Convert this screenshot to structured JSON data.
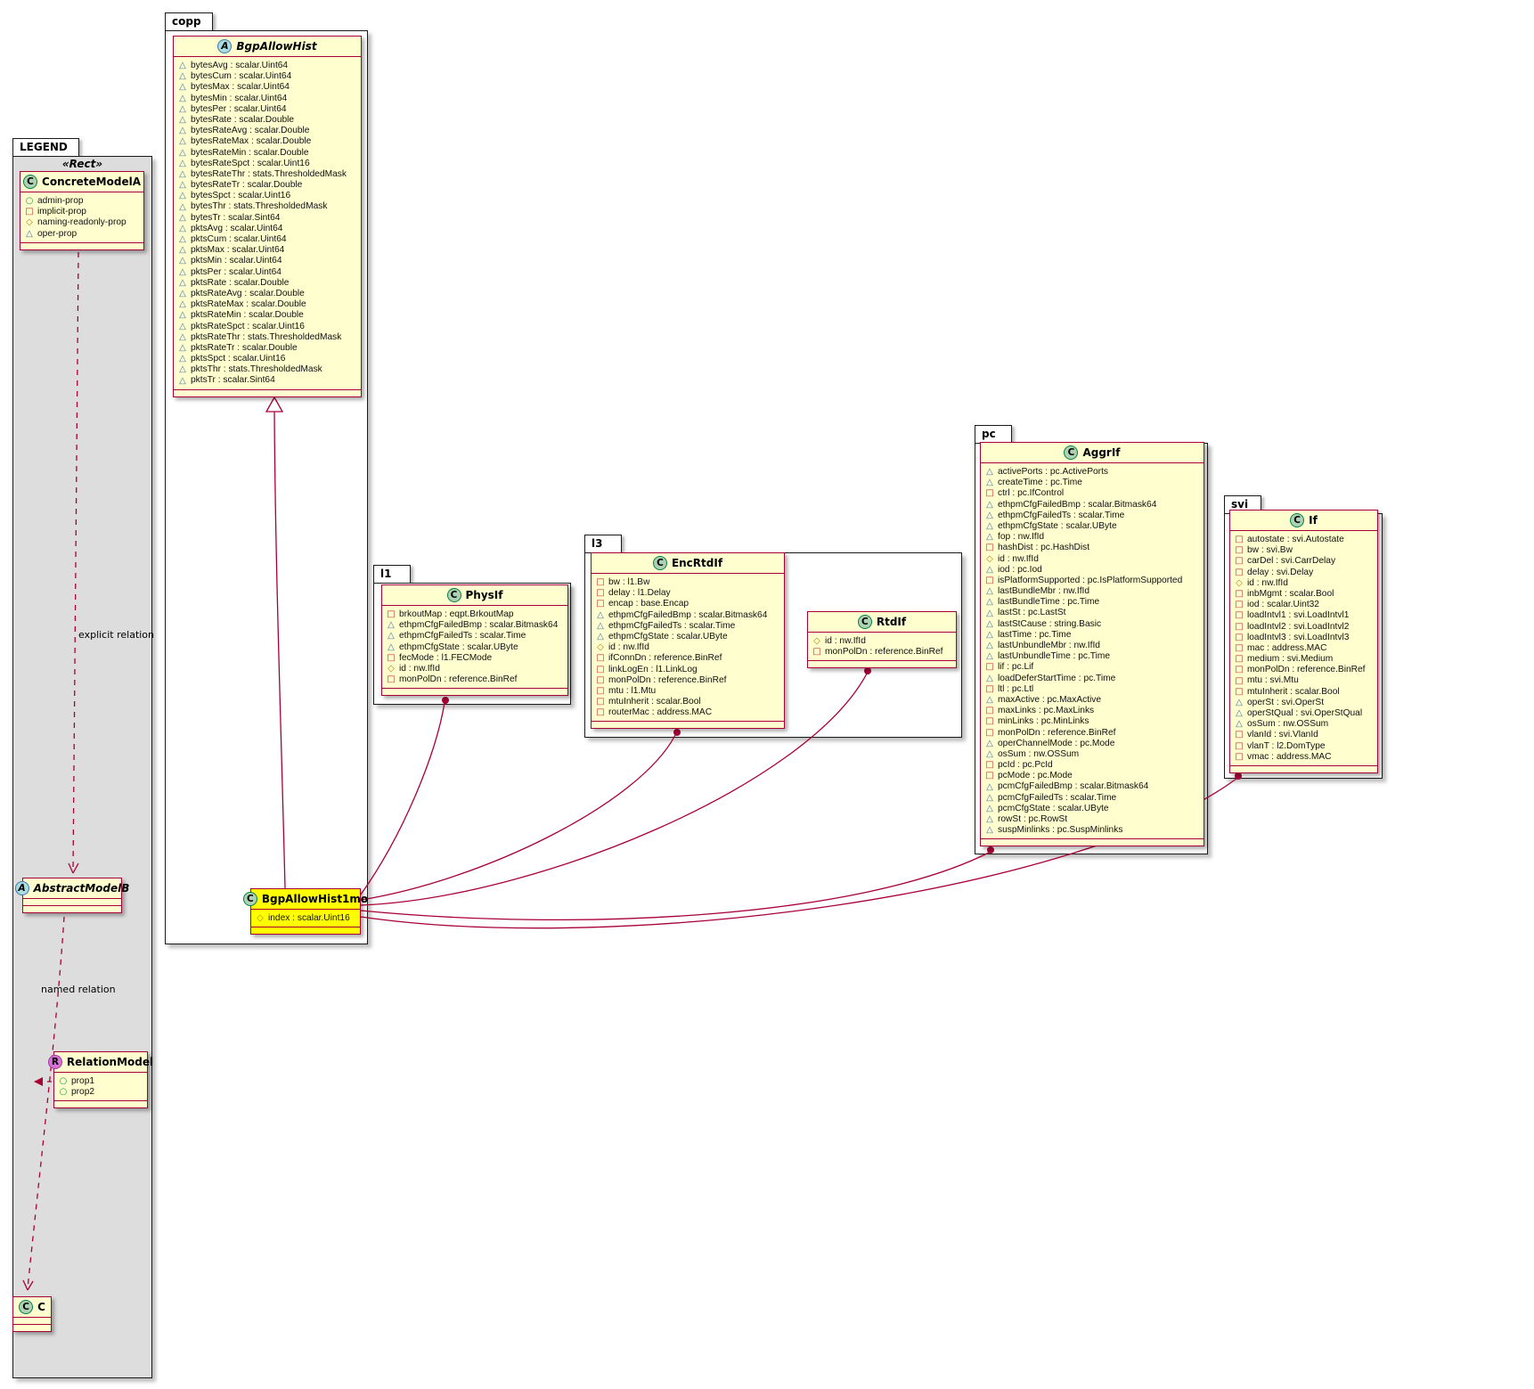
{
  "labels": {
    "explicit_relation": "explicit relation",
    "named_relation": "named relation"
  },
  "colors": {
    "class_background": "#FEFECE",
    "class_border": "#A80036",
    "highlight_background": "#FFFF00",
    "legend_package_background": "#DDDDDD",
    "relation_line": "#A80036"
  },
  "packages": {
    "legend": {
      "label": "LEGEND",
      "stereotype": "«Rect»"
    },
    "copp": {
      "label": "copp"
    },
    "l1": {
      "label": "l1"
    },
    "l3": {
      "label": "l3"
    },
    "pc": {
      "label": "pc"
    },
    "svi": {
      "label": "svi"
    }
  },
  "classes": {
    "ConcreteModelA": {
      "name": "ConcreteModelA",
      "spot": "C",
      "members": [
        [
          "admin",
          "admin-prop"
        ],
        [
          "implicit",
          "implicit-prop"
        ],
        [
          "naming",
          "naming-readonly-prop"
        ],
        [
          "oper",
          "oper-prop"
        ]
      ]
    },
    "AbstractModelB": {
      "name": "AbstractModelB",
      "spot": "A",
      "members": []
    },
    "RelationModel": {
      "name": "RelationModel",
      "spot": "R",
      "members": [
        [
          "admin",
          "prop1"
        ],
        [
          "admin",
          "prop2"
        ]
      ]
    },
    "C": {
      "name": "C",
      "spot": "C",
      "members": []
    },
    "BgpAllowHist": {
      "name": "BgpAllowHist",
      "spot": "A",
      "members": [
        [
          "oper",
          "bytesAvg : scalar.Uint64"
        ],
        [
          "oper",
          "bytesCum : scalar.Uint64"
        ],
        [
          "oper",
          "bytesMax : scalar.Uint64"
        ],
        [
          "oper",
          "bytesMin : scalar.Uint64"
        ],
        [
          "oper",
          "bytesPer : scalar.Uint64"
        ],
        [
          "oper",
          "bytesRate : scalar.Double"
        ],
        [
          "oper",
          "bytesRateAvg : scalar.Double"
        ],
        [
          "oper",
          "bytesRateMax : scalar.Double"
        ],
        [
          "oper",
          "bytesRateMin : scalar.Double"
        ],
        [
          "oper",
          "bytesRateSpct : scalar.Uint16"
        ],
        [
          "oper",
          "bytesRateThr : stats.ThresholdedMask"
        ],
        [
          "oper",
          "bytesRateTr : scalar.Double"
        ],
        [
          "oper",
          "bytesSpct : scalar.Uint16"
        ],
        [
          "oper",
          "bytesThr : stats.ThresholdedMask"
        ],
        [
          "oper",
          "bytesTr : scalar.Sint64"
        ],
        [
          "oper",
          "pktsAvg : scalar.Uint64"
        ],
        [
          "oper",
          "pktsCum : scalar.Uint64"
        ],
        [
          "oper",
          "pktsMax : scalar.Uint64"
        ],
        [
          "oper",
          "pktsMin : scalar.Uint64"
        ],
        [
          "oper",
          "pktsPer : scalar.Uint64"
        ],
        [
          "oper",
          "pktsRate : scalar.Double"
        ],
        [
          "oper",
          "pktsRateAvg : scalar.Double"
        ],
        [
          "oper",
          "pktsRateMax : scalar.Double"
        ],
        [
          "oper",
          "pktsRateMin : scalar.Double"
        ],
        [
          "oper",
          "pktsRateSpct : scalar.Uint16"
        ],
        [
          "oper",
          "pktsRateThr : stats.ThresholdedMask"
        ],
        [
          "oper",
          "pktsRateTr : scalar.Double"
        ],
        [
          "oper",
          "pktsSpct : scalar.Uint16"
        ],
        [
          "oper",
          "pktsThr : stats.ThresholdedMask"
        ],
        [
          "oper",
          "pktsTr : scalar.Sint64"
        ]
      ]
    },
    "BgpAllowHist1mo": {
      "name": "BgpAllowHist1mo",
      "spot": "C",
      "members": [
        [
          "naming",
          "index : scalar.Uint16"
        ]
      ]
    },
    "PhysIf": {
      "name": "PhysIf",
      "spot": "C",
      "members": [
        [
          "implicit",
          "brkoutMap : eqpt.BrkoutMap"
        ],
        [
          "oper",
          "ethpmCfgFailedBmp : scalar.Bitmask64"
        ],
        [
          "oper",
          "ethpmCfgFailedTs : scalar.Time"
        ],
        [
          "oper",
          "ethpmCfgState : scalar.UByte"
        ],
        [
          "implicit",
          "fecMode : l1.FECMode"
        ],
        [
          "naming",
          "id : nw.IfId"
        ],
        [
          "implicit",
          "monPolDn : reference.BinRef"
        ]
      ]
    },
    "EncRtdIf": {
      "name": "EncRtdIf",
      "spot": "C",
      "members": [
        [
          "implicit",
          "bw : l1.Bw"
        ],
        [
          "implicit",
          "delay : l1.Delay"
        ],
        [
          "implicit",
          "encap : base.Encap"
        ],
        [
          "oper",
          "ethpmCfgFailedBmp : scalar.Bitmask64"
        ],
        [
          "oper",
          "ethpmCfgFailedTs : scalar.Time"
        ],
        [
          "oper",
          "ethpmCfgState : scalar.UByte"
        ],
        [
          "naming",
          "id : nw.IfId"
        ],
        [
          "implicit",
          "ifConnDn : reference.BinRef"
        ],
        [
          "implicit",
          "linkLogEn : l1.LinkLog"
        ],
        [
          "implicit",
          "monPolDn : reference.BinRef"
        ],
        [
          "implicit",
          "mtu : l1.Mtu"
        ],
        [
          "implicit",
          "mtuInherit : scalar.Bool"
        ],
        [
          "implicit",
          "routerMac : address.MAC"
        ]
      ]
    },
    "RtdIf": {
      "name": "RtdIf",
      "spot": "C",
      "members": [
        [
          "naming",
          "id : nw.IfId"
        ],
        [
          "implicit",
          "monPolDn : reference.BinRef"
        ]
      ]
    },
    "AggrIf": {
      "name": "AggrIf",
      "spot": "C",
      "members": [
        [
          "oper",
          "activePorts : pc.ActivePorts"
        ],
        [
          "oper",
          "createTime : pc.Time"
        ],
        [
          "implicit",
          "ctrl : pc.IfControl"
        ],
        [
          "oper",
          "ethpmCfgFailedBmp : scalar.Bitmask64"
        ],
        [
          "oper",
          "ethpmCfgFailedTs : scalar.Time"
        ],
        [
          "oper",
          "ethpmCfgState : scalar.UByte"
        ],
        [
          "oper",
          "fop : nw.IfId"
        ],
        [
          "implicit",
          "hashDist : pc.HashDist"
        ],
        [
          "naming",
          "id : nw.IfId"
        ],
        [
          "oper",
          "iod : pc.Iod"
        ],
        [
          "implicit",
          "isPlatformSupported : pc.IsPlatformSupported"
        ],
        [
          "oper",
          "lastBundleMbr : nw.IfId"
        ],
        [
          "oper",
          "lastBundleTime : pc.Time"
        ],
        [
          "oper",
          "lastSt : pc.LastSt"
        ],
        [
          "oper",
          "lastStCause : string.Basic"
        ],
        [
          "oper",
          "lastTime : pc.Time"
        ],
        [
          "oper",
          "lastUnbundleMbr : nw.IfId"
        ],
        [
          "oper",
          "lastUnbundleTime : pc.Time"
        ],
        [
          "implicit",
          "lif : pc.Lif"
        ],
        [
          "oper",
          "loadDeferStartTime : pc.Time"
        ],
        [
          "implicit",
          "ltl : pc.Ltl"
        ],
        [
          "oper",
          "maxActive : pc.MaxActive"
        ],
        [
          "implicit",
          "maxLinks : pc.MaxLinks"
        ],
        [
          "implicit",
          "minLinks : pc.MinLinks"
        ],
        [
          "implicit",
          "monPolDn : reference.BinRef"
        ],
        [
          "oper",
          "operChannelMode : pc.Mode"
        ],
        [
          "oper",
          "osSum : nw.OSSum"
        ],
        [
          "implicit",
          "pcId : pc.PcId"
        ],
        [
          "implicit",
          "pcMode : pc.Mode"
        ],
        [
          "oper",
          "pcmCfgFailedBmp : scalar.Bitmask64"
        ],
        [
          "oper",
          "pcmCfgFailedTs : scalar.Time"
        ],
        [
          "oper",
          "pcmCfgState : scalar.UByte"
        ],
        [
          "oper",
          "rowSt : pc.RowSt"
        ],
        [
          "oper",
          "suspMinlinks : pc.SuspMinlinks"
        ]
      ]
    },
    "If": {
      "name": "If",
      "spot": "C",
      "members": [
        [
          "implicit",
          "autostate : svi.Autostate"
        ],
        [
          "implicit",
          "bw : svi.Bw"
        ],
        [
          "implicit",
          "carDel : svi.CarrDelay"
        ],
        [
          "implicit",
          "delay : svi.Delay"
        ],
        [
          "naming",
          "id : nw.IfId"
        ],
        [
          "implicit",
          "inbMgmt : scalar.Bool"
        ],
        [
          "implicit",
          "iod : scalar.Uint32"
        ],
        [
          "implicit",
          "loadIntvl1 : svi.LoadIntvl1"
        ],
        [
          "implicit",
          "loadIntvl2 : svi.LoadIntvl2"
        ],
        [
          "implicit",
          "loadIntvl3 : svi.LoadIntvl3"
        ],
        [
          "implicit",
          "mac : address.MAC"
        ],
        [
          "implicit",
          "medium : svi.Medium"
        ],
        [
          "implicit",
          "monPolDn : reference.BinRef"
        ],
        [
          "implicit",
          "mtu : svi.Mtu"
        ],
        [
          "implicit",
          "mtuInherit : scalar.Bool"
        ],
        [
          "oper",
          "operSt : svi.OperSt"
        ],
        [
          "oper",
          "operStQual : svi.OperStQual"
        ],
        [
          "oper",
          "osSum : nw.OSSum"
        ],
        [
          "implicit",
          "vlanId : svi.VlanId"
        ],
        [
          "implicit",
          "vlanT : l2.DomType"
        ],
        [
          "implicit",
          "vmac : address.MAC"
        ]
      ]
    }
  },
  "relations": [
    {
      "from": "BgpAllowHist1mo",
      "to": "BgpAllowHist",
      "type": "generalization"
    },
    {
      "from": "BgpAllowHist1mo",
      "to": "PhysIf",
      "type": "dot-association"
    },
    {
      "from": "BgpAllowHist1mo",
      "to": "EncRtdIf",
      "type": "dot-association"
    },
    {
      "from": "BgpAllowHist1mo",
      "to": "RtdIf",
      "type": "dot-association"
    },
    {
      "from": "BgpAllowHist1mo",
      "to": "AggrIf",
      "type": "dot-association"
    },
    {
      "from": "BgpAllowHist1mo",
      "to": "If",
      "type": "dot-association"
    },
    {
      "from": "ConcreteModelA",
      "to": "AbstractModelB",
      "type": "dashed-arrow",
      "label": "explicit relation"
    },
    {
      "from": "AbstractModelB",
      "to": "C",
      "type": "dashed-arrow",
      "label": "named relation",
      "association_class": "RelationModel"
    }
  ]
}
